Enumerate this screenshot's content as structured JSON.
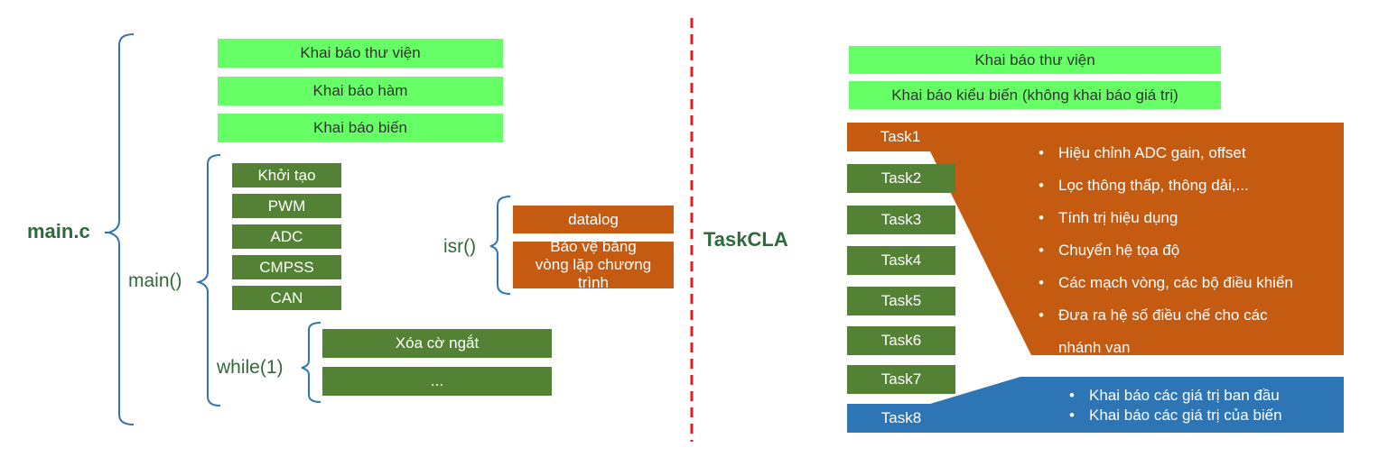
{
  "colors": {
    "light_green": "#66ff66",
    "dark_green": "#548235",
    "orange": "#c55a11",
    "blue": "#2e75b6",
    "label_text": "#2e6b3a",
    "brace": "#2e75b6",
    "divider": "#e31b23"
  },
  "left": {
    "file_label": "main.c",
    "header_boxes": [
      "Khai báo thư viện",
      "Khai báo hàm",
      "Khai báo biến"
    ],
    "main_label": "main()",
    "init_boxes": [
      "Khởi tạo",
      "PWM",
      "ADC",
      "CMPSS",
      "CAN"
    ],
    "while_label": "while(1)",
    "loop_boxes": [
      "Xóa cờ ngắt",
      "..."
    ],
    "isr_label": "isr()",
    "isr_boxes": [
      "datalog",
      "Bảo vệ bằng vòng lặp chương trình"
    ]
  },
  "right": {
    "label": "TaskCLA",
    "header_boxes": [
      "Khai báo thư viện",
      "Khai báo kiểu biến (không khai báo giá trị)"
    ],
    "tasks": [
      "Task1",
      "Task2",
      "Task3",
      "Task4",
      "Task5",
      "Task6",
      "Task7",
      "Task8"
    ],
    "task1_bullets": [
      "Hiệu chỉnh ADC gain, offset",
      "Lọc thông thấp, thông dải,...",
      "Tính trị hiệu dụng",
      "Chuyển hệ tọa độ",
      "Các mạch vòng, các bộ điều khiển",
      "Đưa ra hệ số điều chế cho các nhánh van"
    ],
    "task8_bullets": [
      "Khai báo các giá trị ban đầu",
      "Khai báo các giá trị của biến"
    ]
  }
}
